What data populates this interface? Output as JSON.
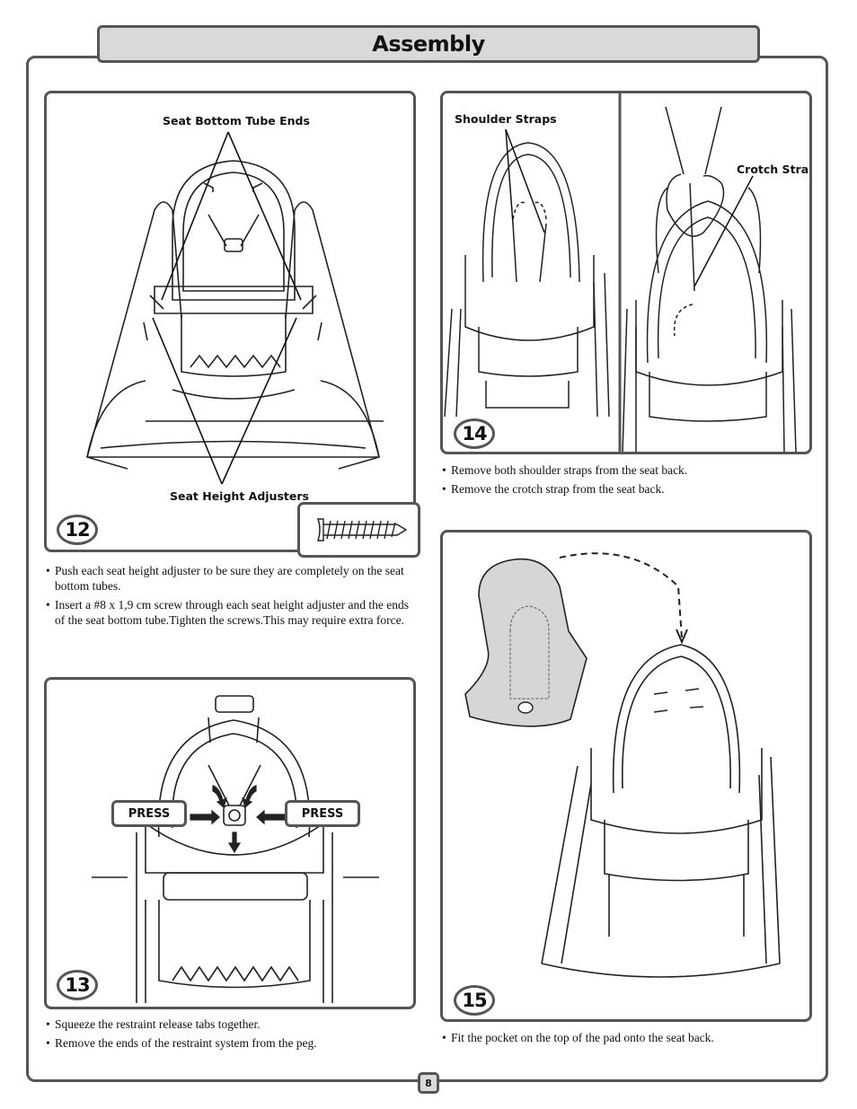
{
  "header": {
    "title": "Assembly"
  },
  "steps": [
    {
      "number": "12",
      "callouts": [
        "Seat Bottom Tube Ends",
        "Seat Height Adjusters"
      ],
      "instructions": [
        "Push each seat height adjuster to be sure they are completely on the seat bottom tubes.",
        "Insert a #8 x 1,9 cm screw through each seat height adjuster and the ends of the seat bottom tube.Tighten the screws.This may require extra force."
      ]
    },
    {
      "number": "13",
      "press_labels": [
        "PRESS",
        "PRESS"
      ],
      "instructions": [
        "Squeeze the restraint release tabs together.",
        "Remove the ends of the restraint system from the peg."
      ]
    },
    {
      "number": "14",
      "callouts": [
        "Shoulder Straps",
        "Crotch Strap"
      ],
      "instructions": [
        "Remove both shoulder straps from the seat back.",
        "Remove the crotch strap from the seat back."
      ]
    },
    {
      "number": "15",
      "instructions": [
        "Fit the pocket on the top of the pad onto the seat back."
      ]
    }
  ],
  "footer": {
    "page_number": "8"
  }
}
